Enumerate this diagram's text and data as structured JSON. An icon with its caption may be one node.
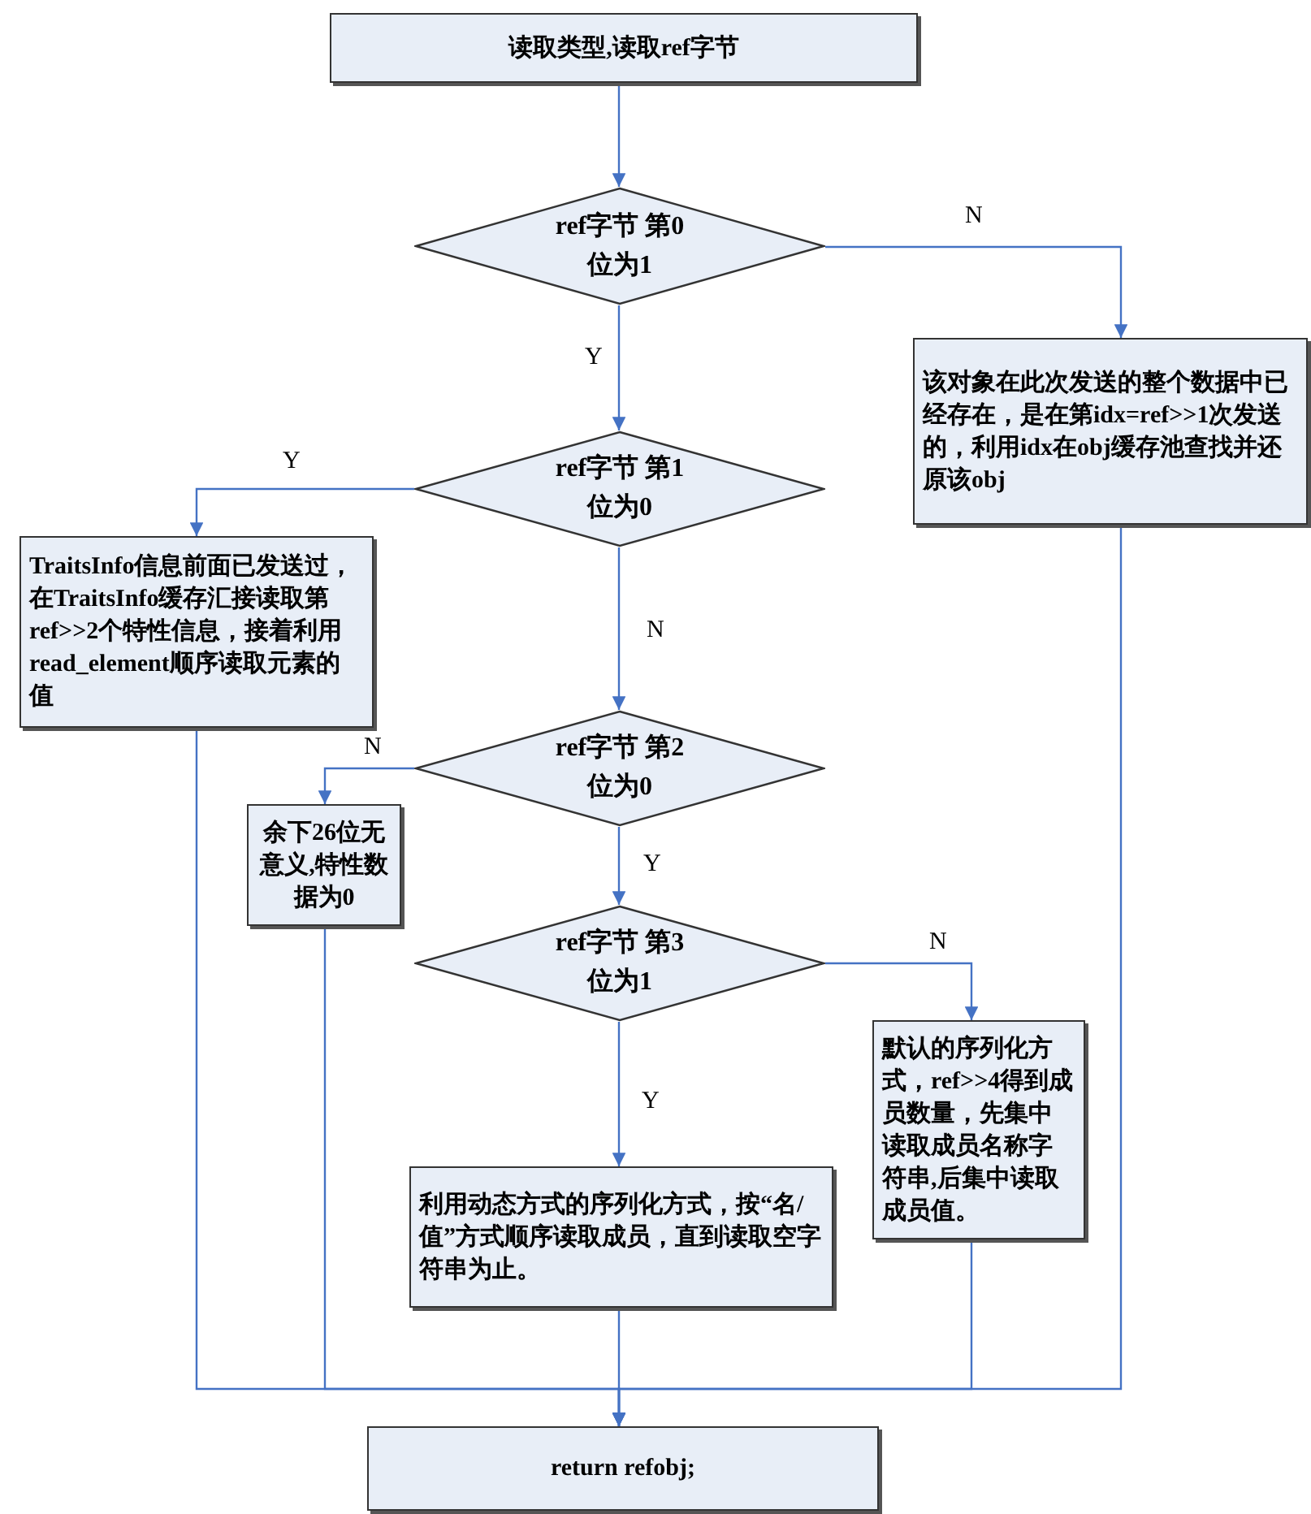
{
  "diagram": {
    "nodes": [
      {
        "text": [
          "读取类型,读取ref字节"
        ]
      },
      {
        "text": [
          "ref字节 第0位为1"
        ]
      },
      {
        "text": [
          "该对象在此次发送的整个数据中已经存在，是在第idx=ref>>1次发送的，利用idx在obj缓存池查找并还原该obj"
        ]
      },
      {
        "text": [
          "ref字节 第1位为0"
        ]
      },
      {
        "text": [
          "TraitsInfo信息前面已发送过，在TraitsInfo缓存汇接读取第ref>>2个特性信息，接着利用read_element顺序读取元素的值"
        ]
      },
      {
        "text": [
          "ref字节 第2位为0"
        ]
      },
      {
        "text": [
          "余下26位无意义,特性数据为0"
        ]
      },
      {
        "text": [
          "ref字节 第3位为1"
        ]
      },
      {
        "text": [
          "默认的序列化方式，ref>>4得到成员数量，先集中读取成员名称字符串,后集中读取成员值。"
        ]
      },
      {
        "text": [
          "利用动态方式的序列化方式，按“名/值”方式顺序读取成员，直到读取空字符串为止。"
        ]
      },
      {
        "text": [
          "return refobj;"
        ]
      }
    ],
    "edges": [
      {
        "from": 0,
        "to": 1,
        "arrow": "to"
      },
      {
        "from": 1,
        "to": 2,
        "arrow": "to",
        "label": "N"
      },
      {
        "from": 1,
        "to": 3,
        "arrow": "to",
        "label": "Y"
      },
      {
        "from": 3,
        "to": 4,
        "arrow": "to",
        "label": "Y"
      },
      {
        "from": 3,
        "to": 5,
        "arrow": "to",
        "label": "N"
      },
      {
        "from": 5,
        "to": 6,
        "arrow": "to",
        "label": "N"
      },
      {
        "from": 5,
        "to": 7,
        "arrow": "to",
        "label": "Y"
      },
      {
        "from": 7,
        "to": 8,
        "arrow": "to",
        "label": "N"
      },
      {
        "from": 7,
        "to": 9,
        "arrow": "to",
        "label": "Y"
      },
      {
        "from": 4,
        "to": 10,
        "arrow": "to"
      },
      {
        "from": 6,
        "to": 10,
        "arrow": "to"
      },
      {
        "from": 9,
        "to": 10,
        "arrow": "to"
      },
      {
        "from": 8,
        "to": 10,
        "arrow": "to"
      },
      {
        "from": 2,
        "to": 10,
        "arrow": "to"
      }
    ]
  }
}
